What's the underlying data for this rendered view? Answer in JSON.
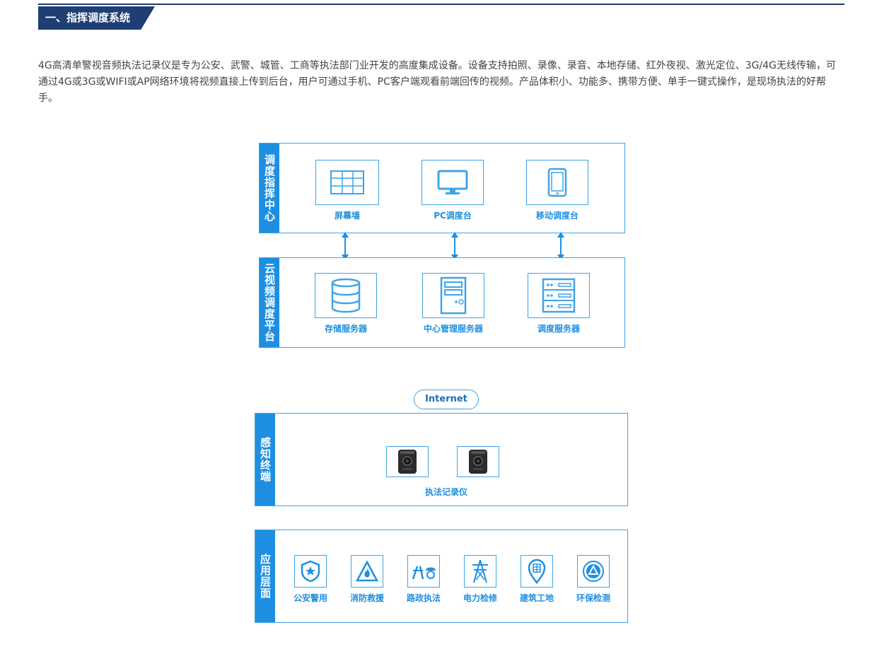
{
  "heading": {
    "title": "一、指挥调度系统"
  },
  "intro": {
    "text": "4G高清单警视音频执法记录仪是专为公安、武警、城管、工商等执法部门业开发的高度集成设备。设备支持拍照、录像、录音、本地存储、红外夜视、激光定位、3G/4G无线传输，可通过4G或3G或WIFI或AP网络环境将视频直接上传到后台，用户可通过手机、PC客户端观看前端回传的视频。产品体积小、功能多、携带方便、单手一键式操作，是现场执法的好帮手。"
  },
  "diagram": {
    "dispatch_center": {
      "label": "调度指挥中心",
      "items": [
        {
          "label": "屏幕墙",
          "icon": "screen-wall-icon"
        },
        {
          "label": "PC调度台",
          "icon": "monitor-icon"
        },
        {
          "label": "移动调度台",
          "icon": "tablet-icon"
        }
      ]
    },
    "cloud_platform": {
      "label": "云视频调度平台",
      "items": [
        {
          "label": "存储服务器",
          "icon": "database-icon"
        },
        {
          "label": "中心管理服务器",
          "icon": "server-tower-icon"
        },
        {
          "label": "调度服务器",
          "icon": "server-rack-icon"
        }
      ]
    },
    "internet": {
      "label": "Internet"
    },
    "terminal": {
      "label": "感知终端",
      "device_label": "执法记录仪"
    },
    "application": {
      "label": "应用层面",
      "items": [
        {
          "label": "公安警用",
          "icon": "police-badge-icon"
        },
        {
          "label": "消防救援",
          "icon": "fire-icon"
        },
        {
          "label": "路政执法",
          "icon": "road-icon"
        },
        {
          "label": "电力检修",
          "icon": "power-tower-icon"
        },
        {
          "label": "建筑工地",
          "icon": "building-pin-icon"
        },
        {
          "label": "环保检测",
          "icon": "eco-icon"
        }
      ]
    },
    "colors": {
      "accent": "#1e8fe0",
      "border": "#3fa4e6",
      "heading": "#1f3e74"
    }
  }
}
